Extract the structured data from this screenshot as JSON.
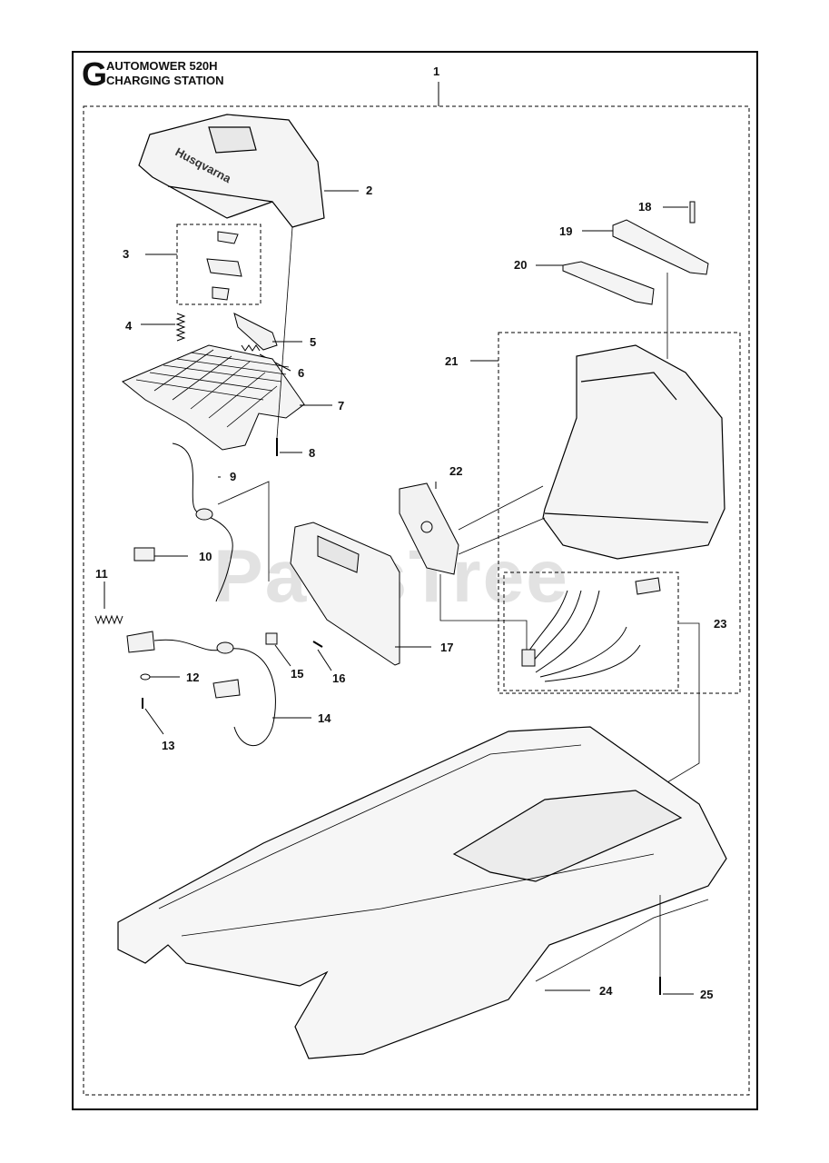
{
  "header": {
    "section_letter": "G",
    "title_line1": "AUTOMOWER 520H",
    "title_line2": "CHARGING STATION"
  },
  "watermark": "PartsTree",
  "callouts": [
    "1",
    "2",
    "3",
    "4",
    "5",
    "6",
    "7",
    "8",
    "9",
    "10",
    "11",
    "12",
    "13",
    "14",
    "15",
    "16",
    "17",
    "18",
    "19",
    "20",
    "21",
    "22",
    "23",
    "24",
    "25"
  ],
  "colors": {
    "line": "#000000",
    "fill": "#f2f2f2",
    "watermark": "#e2e2e2"
  }
}
